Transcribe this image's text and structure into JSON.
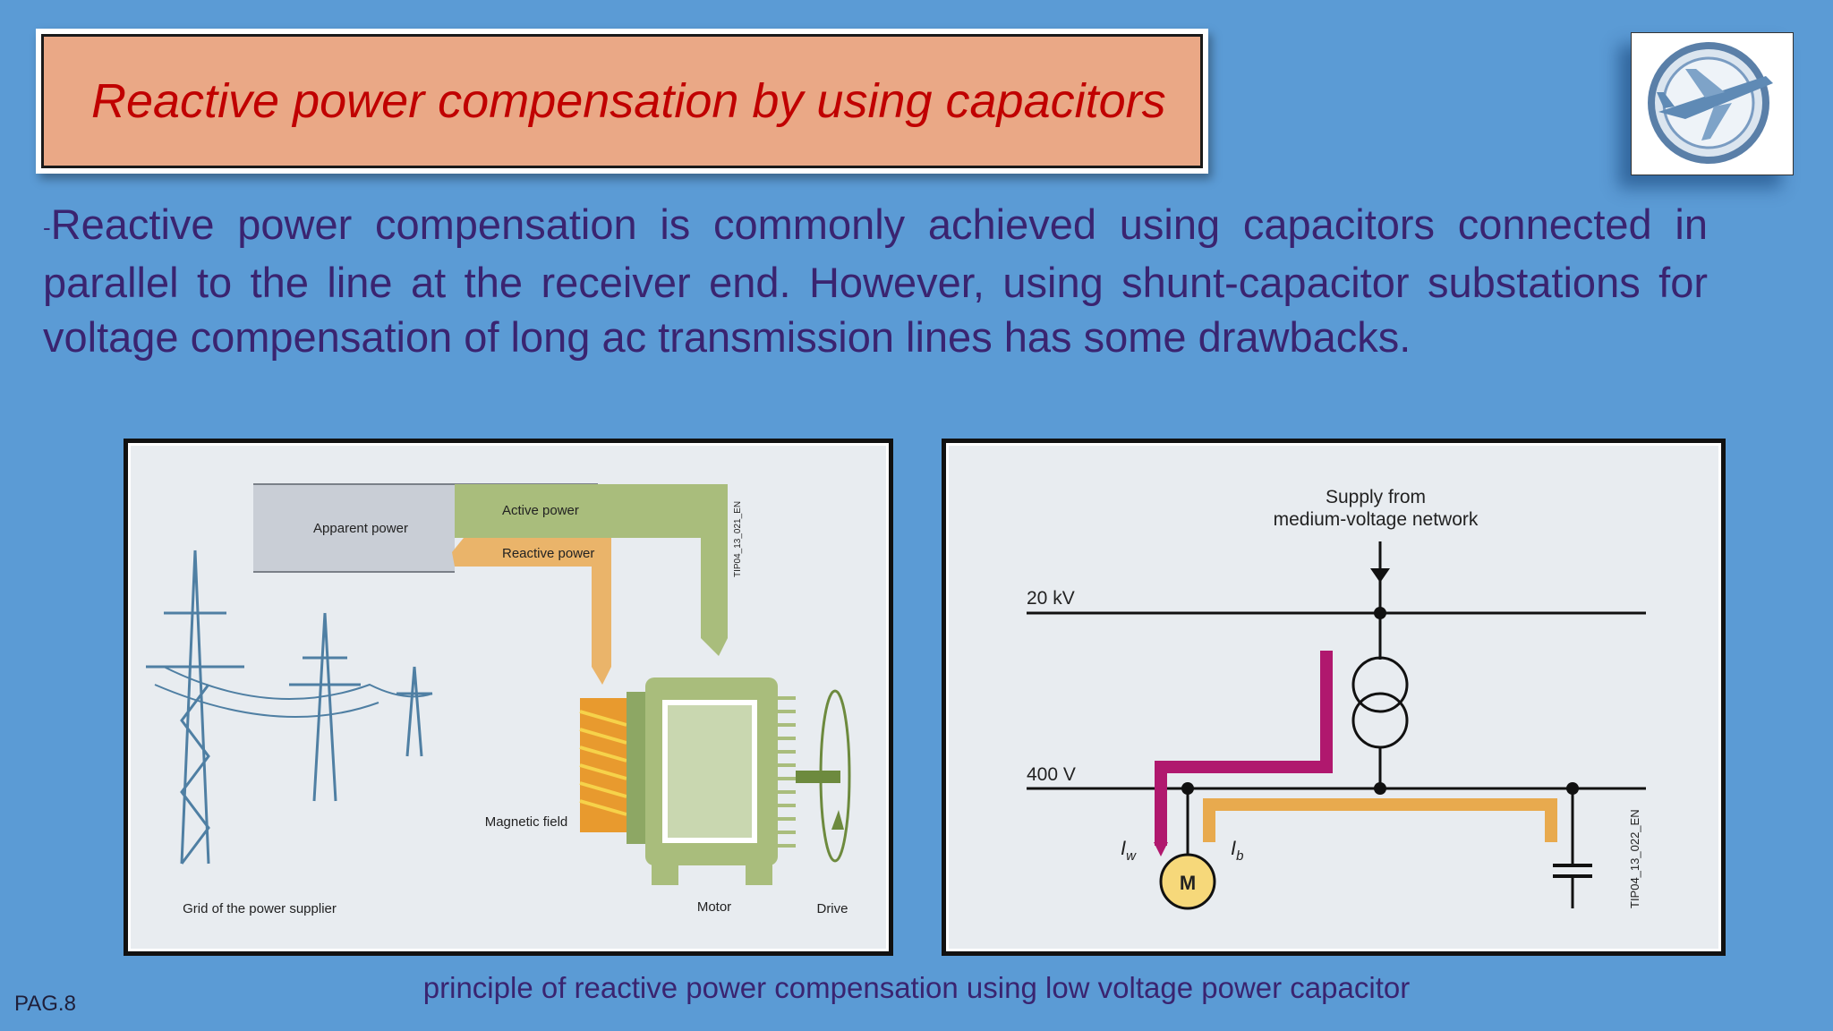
{
  "slide": {
    "title": "Reactive power compensation by using capacitors",
    "body_prefix": "-",
    "body": "Reactive power compensation is commonly achieved using capacitors connected in parallel to the  line at the receiver end. However, using shunt-capacitor substations for voltage compensation of long ac transmission lines has some drawbacks.",
    "caption": "principle of reactive power compensation using low voltage power capacitor",
    "page_number": "PAG.8"
  },
  "logo": {
    "icon": "university-airplane-seal"
  },
  "left_figure": {
    "apparent_power": "Apparent power",
    "active_power": "Active power",
    "reactive_power": "Reactive power",
    "figure_code": "TIP04_13_021_EN",
    "magnetic_field": "Magnetic field",
    "grid_label": "Grid of the power supplier",
    "motor_label": "Motor",
    "drive_label": "Drive"
  },
  "right_figure": {
    "supply_line1": "Supply from",
    "supply_line2": "medium-voltage network",
    "hv_label": "20 kV",
    "lv_label": "400 V",
    "iw_label": "I",
    "iw_sub": "w",
    "ib_label": "I",
    "ib_sub": "b",
    "motor_symbol": "M",
    "figure_code": "TIP04_13_022_EN"
  },
  "colors": {
    "background": "#5b9bd5",
    "title_fill": "#eaa886",
    "title_text": "#c00000",
    "body_text": "#3a2470",
    "active_power": "#a9bd7c",
    "reactive_power": "#eab46a",
    "apparent_power": "#c9ced6",
    "magenta_current": "#b0186e",
    "orange_current": "#e8aa4e"
  }
}
